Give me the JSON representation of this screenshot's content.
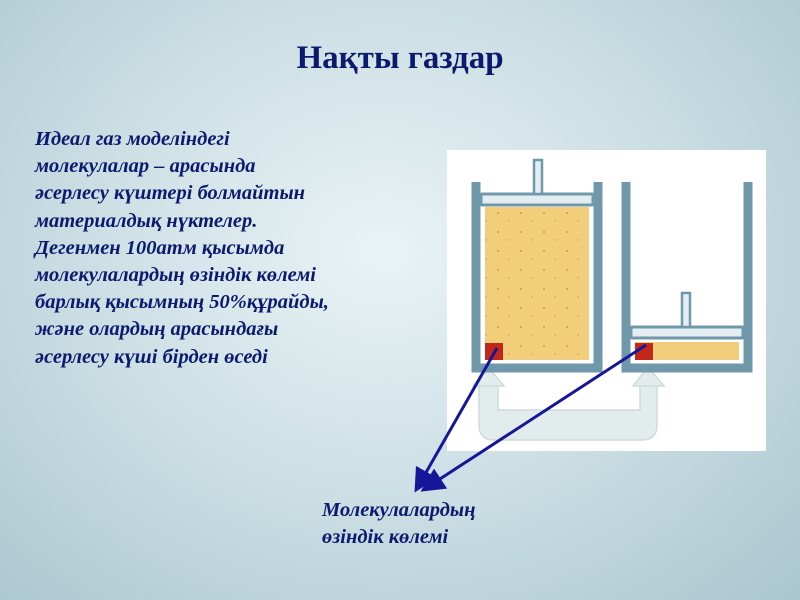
{
  "slide": {
    "title": "Нақты газдар",
    "body_lines": [
      "Идеал газ моделіндегі",
      "молекулалар – арасында",
      "әсерлесу күштері болмайтын",
      "материалдық нүктелер.",
      "Дегенмен 100атм қысымда",
      "молекулалардың өзіндік көлемі",
      "барлық қысымның 50%құрайды,",
      "және олардың арасындағы",
      "әсерлесу күші бірден өседі"
    ],
    "caption_lines": [
      "Молекулалардың",
      "өзіндік көлемі"
    ]
  },
  "colors": {
    "text": "#0b1a6e",
    "gas_fill": "#f2cd7a",
    "molecule_volume": "#c1281b",
    "wall": "#6f98aa",
    "arrow": "#16169a"
  }
}
